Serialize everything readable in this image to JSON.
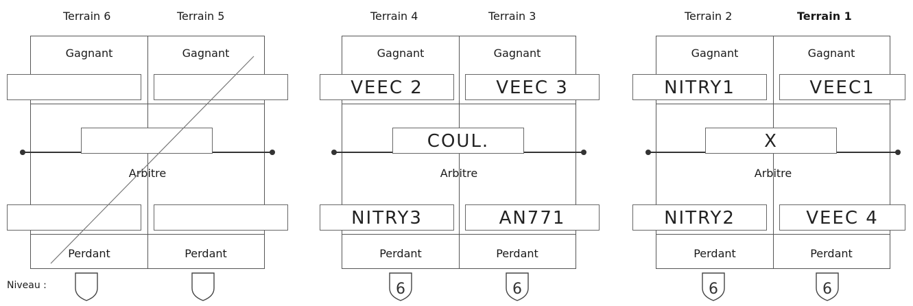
{
  "courts_headers": [
    "Terrain 6",
    "Terrain 5",
    "Terrain 4",
    "Terrain 3",
    "Terrain 2",
    "Terrain 1"
  ],
  "labels": {
    "gagnant": "Gagnant",
    "perdant": "Perdant",
    "arbitre": "Arbitre",
    "niveau": "Niveau :"
  },
  "entries": {
    "t4_gagnant": "VEEC 2",
    "t3_gagnant": "VEEC 3",
    "t34_arbitre": "COUL.",
    "t4_perdant": "NITRY3",
    "t3_perdant": "AN771",
    "t2_gagnant": "NITRY1",
    "t1_gagnant": "VEEC1",
    "t12_arbitre": "X",
    "t2_perdant": "NITRY2",
    "t1_perdant": "VEEC 4",
    "shield_t4": "6",
    "shield_t3": "6",
    "shield_t2": "6",
    "shield_t1": "6"
  }
}
